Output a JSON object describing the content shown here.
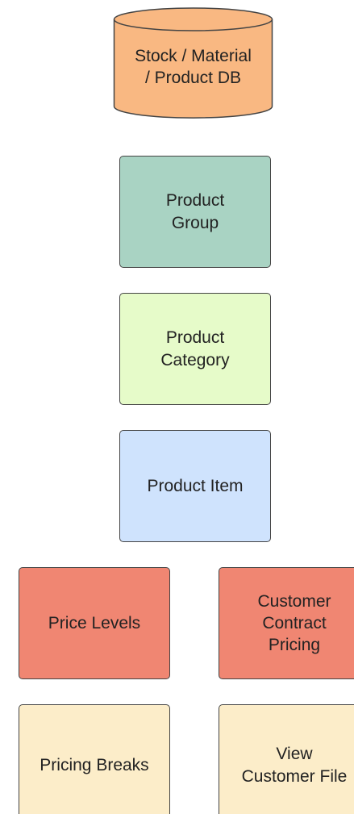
{
  "colors": {
    "database": "#f9b882",
    "group": "#a9d3c3",
    "category": "#e6fbc9",
    "item": "#cfe3fd",
    "pricing": "#f08672",
    "breaks": "#fcedc9",
    "stroke": "#444444"
  },
  "nodes": {
    "database": {
      "label": "Stock / Material\n/ Product DB",
      "shape": "cylinder"
    },
    "group": {
      "label": "Product\nGroup"
    },
    "category": {
      "label": "Product\nCategory"
    },
    "item": {
      "label": "Product Item"
    },
    "price_levels": {
      "label": "Price Levels"
    },
    "contract_pricing": {
      "label": "Customer\nContract\nPricing"
    },
    "pricing_breaks": {
      "label": "Pricing Breaks"
    },
    "view_customer_file": {
      "label": "View\nCustomer File"
    }
  }
}
